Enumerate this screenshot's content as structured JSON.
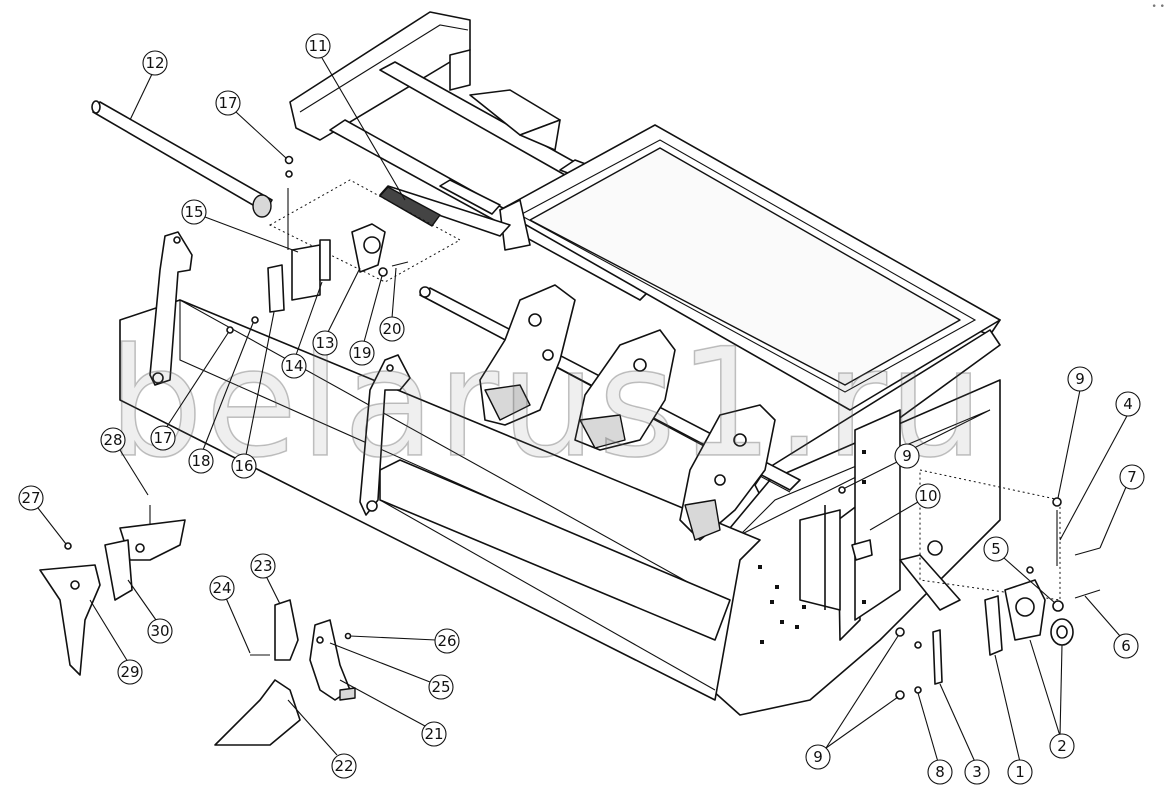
{
  "watermark": "belarus1.ru",
  "corner_mark": "• •",
  "callouts": [
    {
      "id": "c1",
      "label": "1"
    },
    {
      "id": "c2",
      "label": "2"
    },
    {
      "id": "c3",
      "label": "3"
    },
    {
      "id": "c4",
      "label": "4"
    },
    {
      "id": "c5",
      "label": "5"
    },
    {
      "id": "c6",
      "label": "6"
    },
    {
      "id": "c7",
      "label": "7"
    },
    {
      "id": "c8",
      "label": "8"
    },
    {
      "id": "c9a",
      "label": "9"
    },
    {
      "id": "c9b",
      "label": "9"
    },
    {
      "id": "c9c",
      "label": "9"
    },
    {
      "id": "c10",
      "label": "10"
    },
    {
      "id": "c11",
      "label": "11"
    },
    {
      "id": "c12",
      "label": "12"
    },
    {
      "id": "c13",
      "label": "13"
    },
    {
      "id": "c14",
      "label": "14"
    },
    {
      "id": "c15",
      "label": "15"
    },
    {
      "id": "c16",
      "label": "16"
    },
    {
      "id": "c17a",
      "label": "17"
    },
    {
      "id": "c17b",
      "label": "17"
    },
    {
      "id": "c18",
      "label": "18"
    },
    {
      "id": "c19",
      "label": "19"
    },
    {
      "id": "c20",
      "label": "20"
    },
    {
      "id": "c21",
      "label": "21"
    },
    {
      "id": "c22",
      "label": "22"
    },
    {
      "id": "c23",
      "label": "23"
    },
    {
      "id": "c24",
      "label": "24"
    },
    {
      "id": "c25",
      "label": "25"
    },
    {
      "id": "c26",
      "label": "26"
    },
    {
      "id": "c27",
      "label": "27"
    },
    {
      "id": "c28",
      "label": "28"
    },
    {
      "id": "c29",
      "label": "29"
    },
    {
      "id": "c30",
      "label": "30"
    }
  ]
}
